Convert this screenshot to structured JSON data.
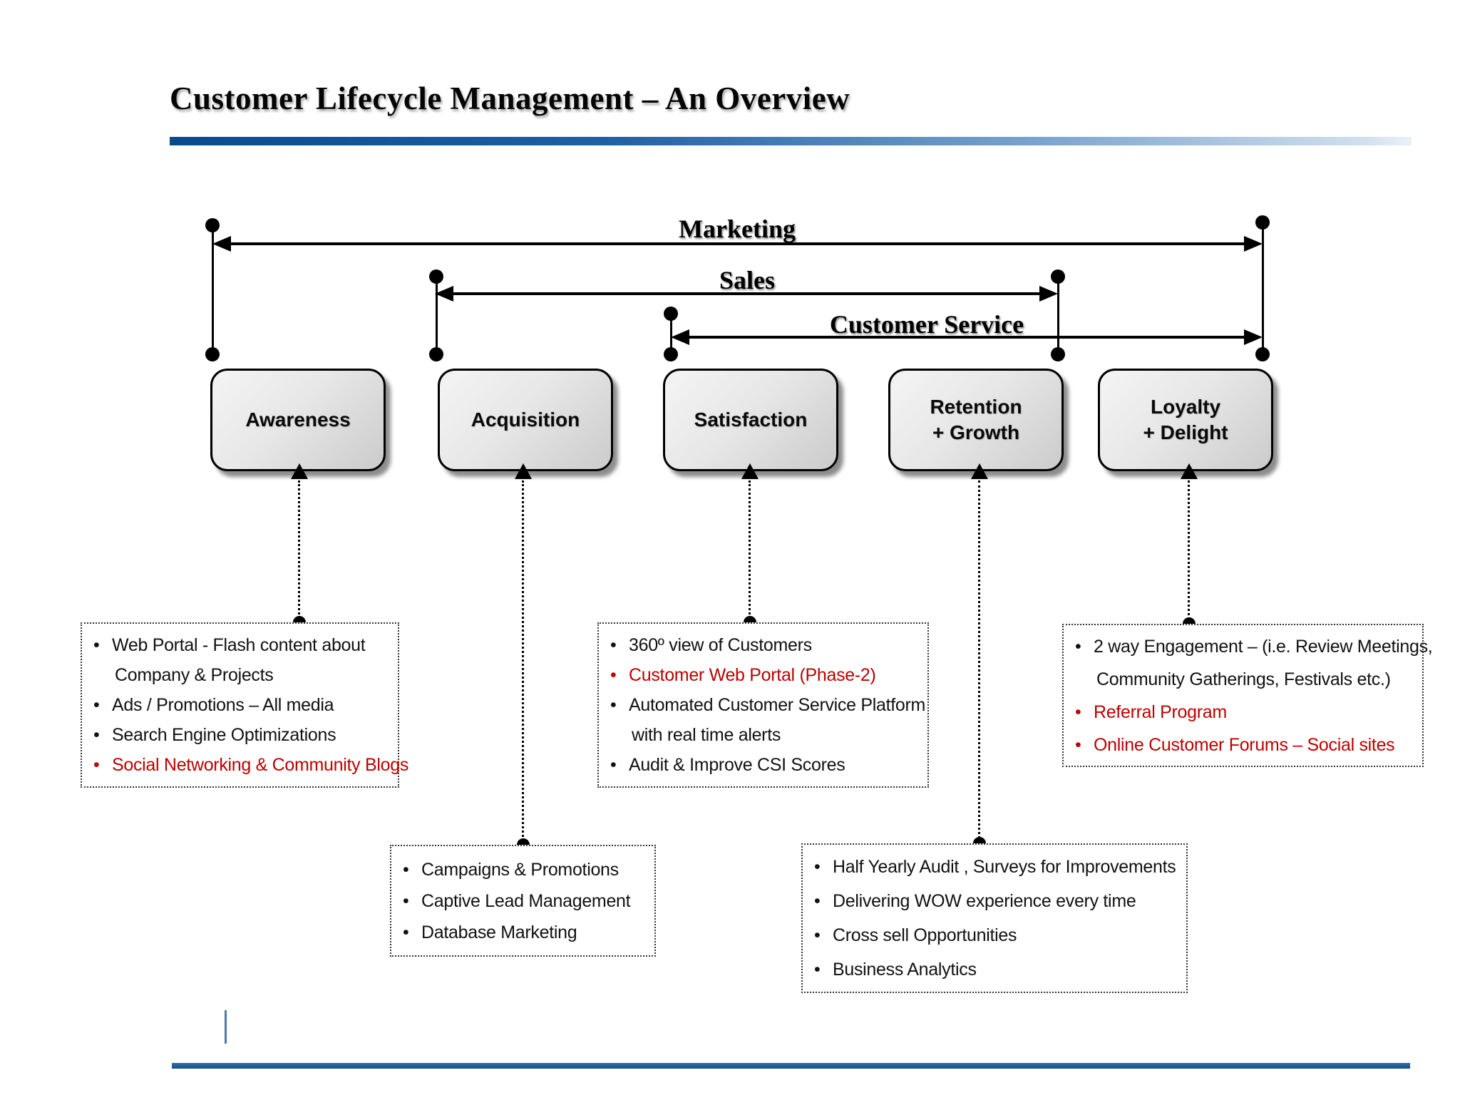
{
  "title": "Customer Lifecycle Management – An Overview",
  "bands": [
    {
      "label": "Marketing"
    },
    {
      "label": "Sales"
    },
    {
      "label": "Customer Service"
    }
  ],
  "stages": [
    {
      "lines": [
        "Awareness"
      ]
    },
    {
      "lines": [
        "Acquisition"
      ]
    },
    {
      "lines": [
        "Satisfaction"
      ]
    },
    {
      "lines": [
        "Retention",
        "+ Growth"
      ]
    },
    {
      "lines": [
        "Loyalty",
        "+ Delight"
      ]
    }
  ],
  "callouts": [
    {
      "stage": "Awareness",
      "items": [
        {
          "text": "Web Portal  - Flash content about",
          "bullet": true,
          "red": false
        },
        {
          "text": "Company & Projects",
          "bullet": false,
          "red": false
        },
        {
          "text": "Ads / Promotions – All media",
          "bullet": true,
          "red": false
        },
        {
          "text": "Search Engine Optimizations",
          "bullet": true,
          "red": false
        },
        {
          "text": "Social Networking & Community Blogs",
          "bullet": true,
          "red": true
        }
      ]
    },
    {
      "stage": "Acquisition",
      "items": [
        {
          "text": "Campaigns & Promotions",
          "bullet": true,
          "red": false
        },
        {
          "text": "Captive Lead Management",
          "bullet": true,
          "red": false
        },
        {
          "text": "Database Marketing",
          "bullet": true,
          "red": false
        }
      ]
    },
    {
      "stage": "Satisfaction",
      "items": [
        {
          "text": "360º view of Customers",
          "bullet": true,
          "red": false
        },
        {
          "text": "Customer Web Portal (Phase-2)",
          "bullet": true,
          "red": true
        },
        {
          "text": "Automated Customer Service Platform",
          "bullet": true,
          "red": false
        },
        {
          "text": "with real time alerts",
          "bullet": false,
          "red": false
        },
        {
          "text": "Audit & Improve CSI Scores",
          "bullet": true,
          "red": false
        }
      ]
    },
    {
      "stage": "Retention + Growth",
      "items": [
        {
          "text": "Half Yearly Audit , Surveys for Improvements",
          "bullet": true,
          "red": false
        },
        {
          "text": "Delivering WOW experience every time",
          "bullet": true,
          "red": false
        },
        {
          "text": "Cross sell Opportunities",
          "bullet": true,
          "red": false
        },
        {
          "text": "Business Analytics",
          "bullet": true,
          "red": false
        }
      ]
    },
    {
      "stage": "Loyalty + Delight",
      "items": [
        {
          "text": "2 way Engagement – (i.e. Review Meetings,",
          "bullet": true,
          "red": false
        },
        {
          "text": "Community  Gatherings, Festivals etc.)",
          "bullet": false,
          "red": false
        },
        {
          "text": "Referral Program",
          "bullet": true,
          "red": true
        },
        {
          "text": "Online Customer Forums – Social sites",
          "bullet": true,
          "red": true
        }
      ]
    }
  ],
  "colors": {
    "accent_red": "#C00000",
    "rule_blue_dark": "#0a4b8d",
    "rule_blue_light": "#cfdfee",
    "bottom_rule_blue": "#1c5b9c",
    "box_fill_gray": "#d9d9d9"
  }
}
